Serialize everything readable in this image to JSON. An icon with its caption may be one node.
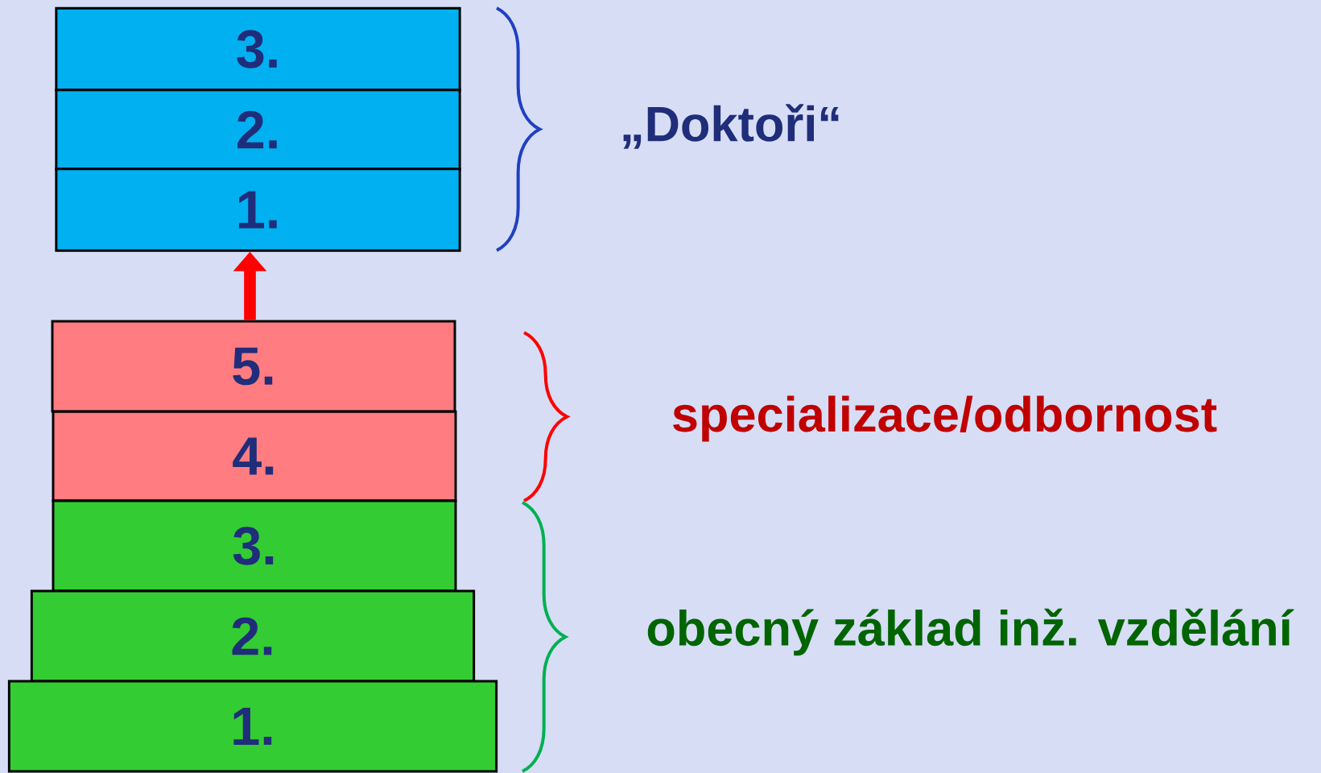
{
  "diagram": {
    "nodes": [
      {
        "text": [
          "3."
        ]
      },
      {
        "text": [
          "2."
        ]
      },
      {
        "text": [
          "1."
        ]
      },
      {
        "text": [
          "5."
        ]
      },
      {
        "text": [
          "4."
        ]
      },
      {
        "text": [
          "3."
        ]
      },
      {
        "text": [
          "2."
        ]
      },
      {
        "text": [
          "1."
        ]
      }
    ],
    "edges": [
      {
        "from": 3,
        "to": 2,
        "arrow": "to",
        "color": "#ff0000"
      }
    ],
    "labels": [
      "„Doktoři“",
      "specializace/odbornost",
      "obecný základ inž. vzdělání"
    ]
  }
}
